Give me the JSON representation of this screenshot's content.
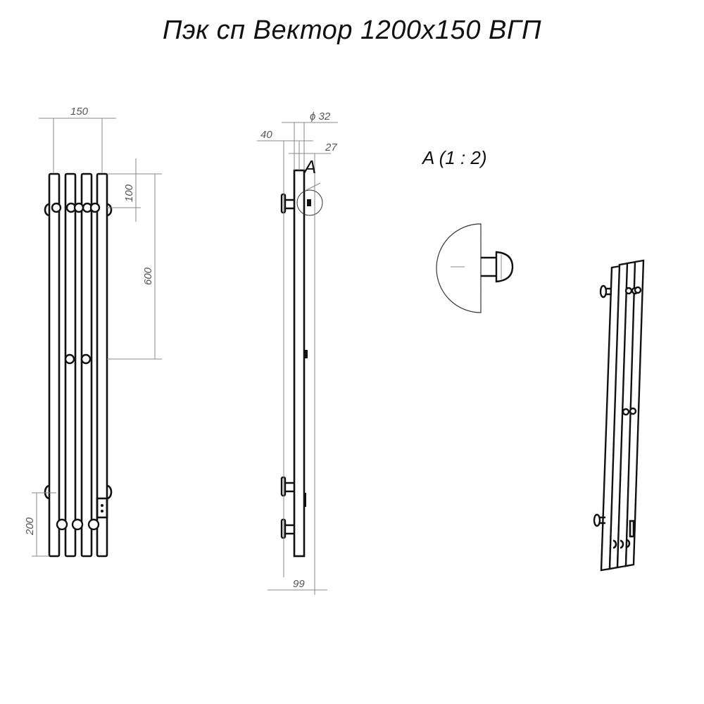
{
  "title": "Пэк сп Вектор 1200х150 ВГП",
  "front_view": {
    "width_dim": "150",
    "top_offset_dim": "100",
    "collector_dim": "600",
    "bottom_dim": "200"
  },
  "side_view": {
    "diameter_dim": "ϕ 32",
    "wall_dim": "40",
    "offset_dim": "27",
    "depth_dim": "99",
    "detail_marker": "A"
  },
  "detail": {
    "label": "A (1 : 2)"
  }
}
